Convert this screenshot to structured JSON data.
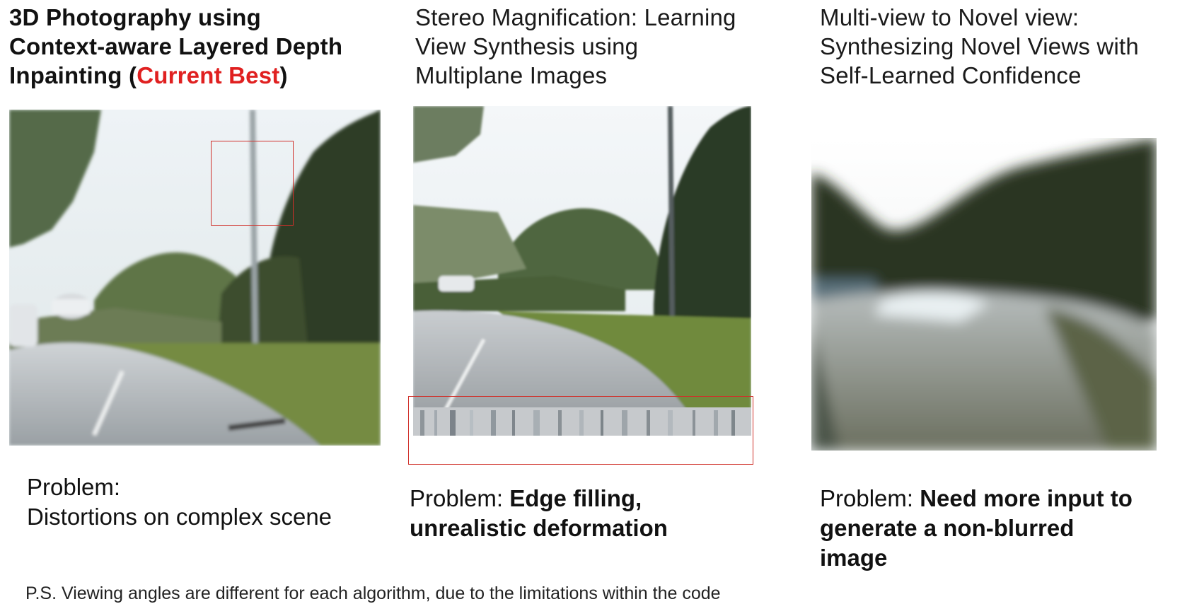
{
  "columns": [
    {
      "title_main": "3D Photography using\nContext-aware Layered Depth\nInpainting (",
      "title_highlight": "Current Best",
      "title_end": ")",
      "problem_label": "Problem:",
      "problem_text": "Distortions on complex scene"
    },
    {
      "title": "Stereo Magnification: Learning\nView Synthesis using\nMultiplane Images",
      "problem_label": "Problem: ",
      "problem_text": "Edge filling,\nunrealistic deformation"
    },
    {
      "title": "Multi-view to Novel view:\nSynthesizing Novel Views with\nSelf-Learned Confidence",
      "problem_label": "Problem: ",
      "problem_text": "Need more input to\ngenerate a non-blurred\nimage"
    }
  ],
  "footnote": "P.S. Viewing angles are different for each algorithm, due to the limitations within the code",
  "colors": {
    "highlight_text": "#e02020",
    "box_stroke": "#d0302a"
  }
}
